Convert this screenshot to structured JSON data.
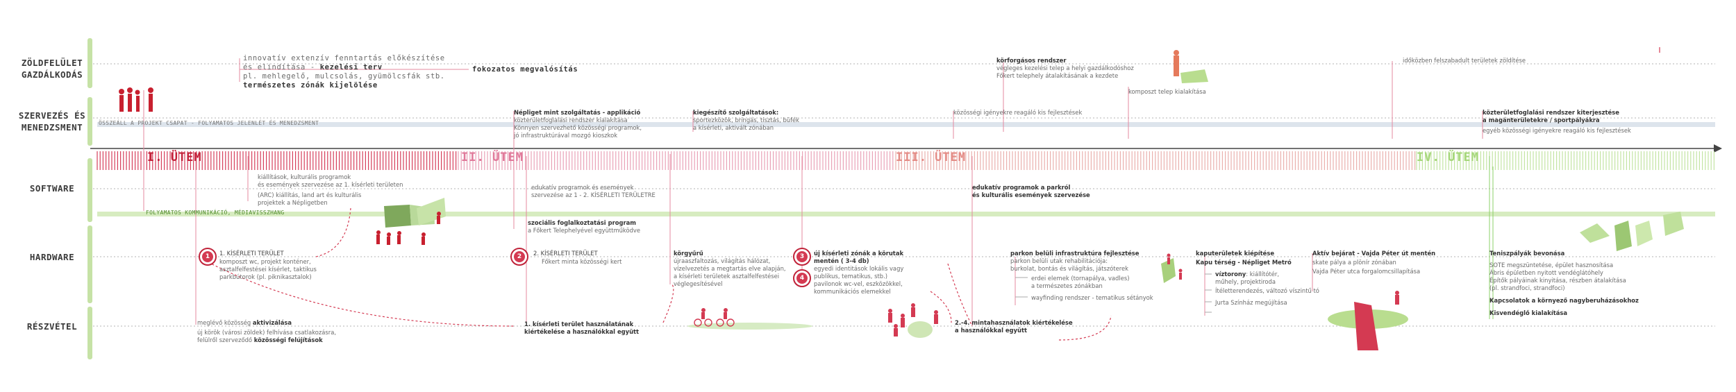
{
  "rows": [
    {
      "id": "zold",
      "label1": "ZÖLDFELÜLET",
      "label2": "GAZDÁLKODÁS"
    },
    {
      "id": "szerv",
      "label1": "SZERVEZÉS ÉS",
      "label2": "MENEDZSMENT"
    },
    {
      "id": "soft",
      "label1": "SOFTWARE",
      "label2": ""
    },
    {
      "id": "hard",
      "label1": "HARDWARE",
      "label2": ""
    },
    {
      "id": "resz",
      "label1": "RÉSZVÉTEL",
      "label2": ""
    }
  ],
  "phases": {
    "p1": "I. ÜTEM",
    "p2": "II. ÜTEM",
    "p3": "III. ÜTEM",
    "p4": "IV. ÜTEM"
  },
  "bands": {
    "mgmt": "ÖSSZEÁLL A PROJEKT CSAPAT - FOLYAMATOS JELENLÉT ÉS MENEDZSMENT",
    "comm": "FOLYAMATOS KOMMUNIKÁCIÓ, MÉDIAVISSZHANG"
  },
  "zold": {
    "a1": "innovatív extenzív fenntartás előkészítése",
    "a2": "és elindítása - ",
    "a2b": "kezelési terv",
    "a3": "pl. mehlegelő, mulcsolás, gyümölcsfák stb.",
    "a4": "természetes zónák kijelölése",
    "b": "fokozatos megvalósítás",
    "c1": "körforgásos rendszer",
    "c2": "végleges kezelési telep a helyi gazdálkodóshoz",
    "c3": "Főkert telephely átalakításának a kezdete",
    "d": "komposzt telep kialakítása",
    "e": "időközben felszabadult területek zöldítése"
  },
  "szerv": {
    "a1": "Népliget mint szolgáltatás - applikáció",
    "a2": "közterületfoglalási rendszer kialakítása",
    "a3": "Könnyen szervezhető közösségi programok,",
    "a4": "jó infrastruktúrával mozgó kioszkok",
    "b1": "kiegészítő szolgáltatások:",
    "b2": "sportezközök, bringás, tisztás, büfék",
    "b3": "a kísérleti, aktivált zónában",
    "c": "közösségi igényekre reagáló kis fejlesztések",
    "d1": "közterületfoglalási rendszer kiterjesztése",
    "d2": "a magánterületekre / sportpályákra",
    "d3": "egyéb közösségi igényekre reagáló kis fejlesztések"
  },
  "soft": {
    "a1": "kiállítások, kulturális programok",
    "a2": "és események szervezése az 1. kísérleti területen",
    "a3": "(ARC) kiállítás, land art és kulturális",
    "a4": "projektek a Népligetben",
    "b1": "edukatív programok és események",
    "b2": "szervezése az 1 - 2. KÍSÉRLETI TERÜLETRE",
    "c1": "edukatív programok a parkról",
    "c2": "és kulturális események szervezése"
  },
  "hard": {
    "s1t": "1. KÍSÉRLETI TERÜLET",
    "s1a": "komposzt wc, projekt konténer,",
    "s1b": "asztalfelfestései kísérlet, taktikus",
    "s1c": "parkbútorok (pl. piknikasztalok)",
    "s2t": "2. KÍSÉRLETI TERÜLET",
    "s2a": "Főkert minta közösségi kert",
    "soc1": "szociális foglalkoztatási program",
    "soc2": "a Főkert Telephelyével együttműködve",
    "kor1": "körgyűrű",
    "kor2": "újraaszfaltozás, világítás hálózat,",
    "kor3": "vízelvezetés a megtartás elve alapján,",
    "kor4": "a kísérleti területek asztalfelfestései",
    "kor5": "véglegesítésével",
    "z1": "új kísérleti zónák a körutak",
    "z2": "mentén ( 3-4 db)",
    "z3": "egyedi identitások lokális vagy",
    "z4": "publikus, tematikus, stb.)",
    "z5": "pavilonok wc-vel, eszközökkel,",
    "z6": "kommunikációs elemekkel",
    "i1": "parkon belüli infrastruktúra fejlesztése",
    "i2": "parkon belüli utak rehabilitációja:",
    "i3": "burkolat, bontás és világítás, játszóterek",
    "i4": "erdei elemek (tornapálya, vadles)",
    "i5": "a természetes zónákban",
    "i6": "wayfinding rendszer - tematikus sétányok",
    "k1": "kaputerületek kiépítése",
    "k2": "Kapu térség - Népliget Metró",
    "k3": "víztorony",
    "k3b": ": kiállítótér,",
    "k4": "műhely, projektiroda",
    "k5": "Ítéletterendezés, változó víszintű tó",
    "k6": "Jurta Színház megújítása",
    "v1": "Aktív bejárat - Vajda Péter út mentén",
    "v2": "skate pálya a plönír zónában",
    "v3": "Vajda Péter utca forgalomcsillapítása",
    "t1": "Teniszpályák bevonása",
    "t2": "SOTE megszüntetése, épület hasznosítása",
    "t3": "Ábris épületben nyitott vendéglátóhely",
    "t4": "Építők pályáinak kinyitása, részben átalakítása",
    "t5": "(pl. strandfoci, strandfoci)",
    "t6": "Kapcsolatok a környező nagyberuházásokhoz",
    "t7": "Kisvendéglő kialakítása"
  },
  "resz": {
    "a1": "meglévő közösség ",
    "a1b": "aktivizálása",
    "a2": "új körök (városi zöldek) felhívása csatlakozásra,",
    "a3": "felülről szerveződő ",
    "a3b": "közösségi felújítások",
    "b1": "1. kísérleti terület használatának",
    "b2": "kiértékelése a használókkal együtt",
    "c1": "2.-4. mintahasználatok kiértékelése",
    "c2": "a használókkal együtt"
  },
  "circles": {
    "c1": "1",
    "c2": "2",
    "c3": "3",
    "c4": "4"
  },
  "colors": {
    "accent": "#d43a52",
    "pink": "#e06b8b",
    "green": "#b9dd8f",
    "axis": "#444444"
  }
}
